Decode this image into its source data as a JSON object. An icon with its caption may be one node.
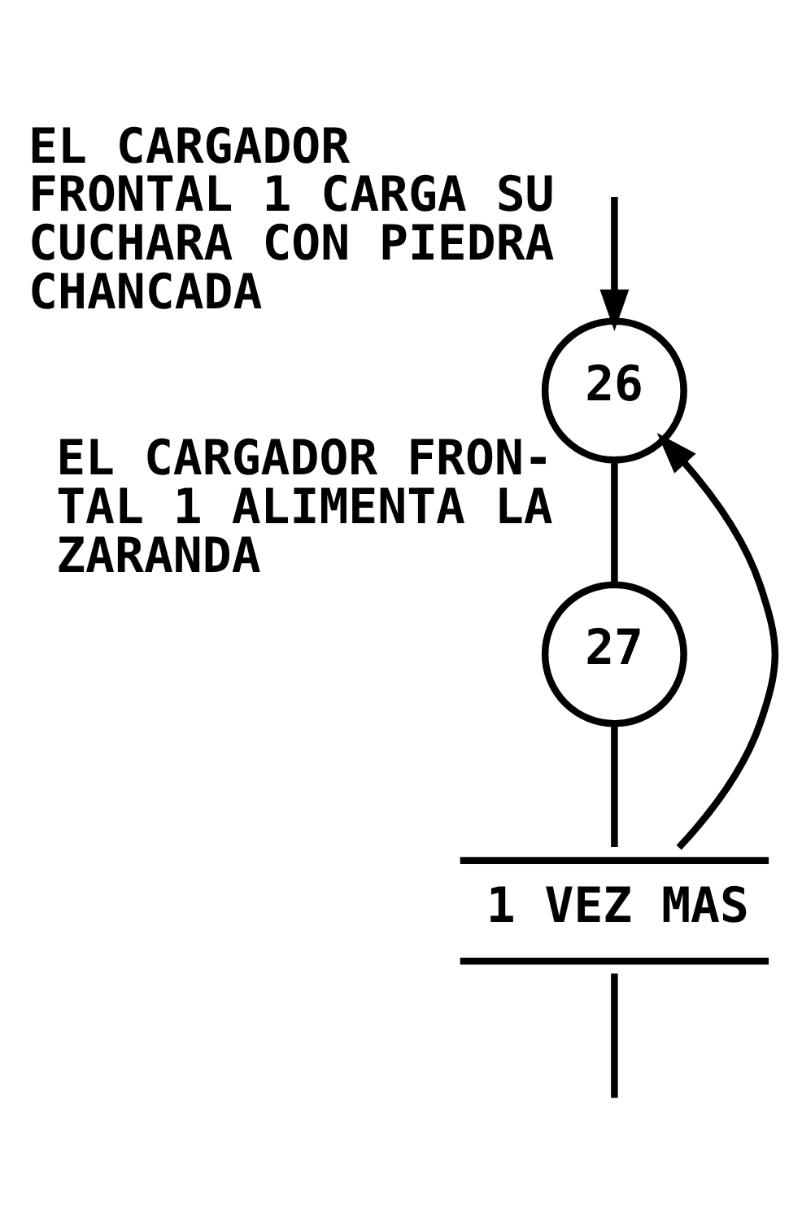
{
  "diagram": {
    "nodes": [
      {
        "text": [
          "26"
        ],
        "beside": [
          "EL CARGADOR FRONTAL 1 CARGA SU CUCHARA CON PIEDRA CHANCADA"
        ]
      },
      {
        "text": [
          "27"
        ],
        "beside": [
          "EL CARGADOR FRON- TAL 1 ALIMENTA LA ZARANDA"
        ]
      },
      {
        "text": [
          "1 VEZ MAS"
        ]
      }
    ],
    "edges": [
      {
        "from": null,
        "to": 0,
        "arrow": "to"
      },
      {
        "from": 0,
        "to": 1,
        "arrow": "none"
      },
      {
        "from": 1,
        "to": 2,
        "arrow": "none"
      },
      {
        "from": 2,
        "to": 0,
        "arrow": "to"
      },
      {
        "from": 2,
        "to": null,
        "arrow": "none"
      }
    ]
  }
}
